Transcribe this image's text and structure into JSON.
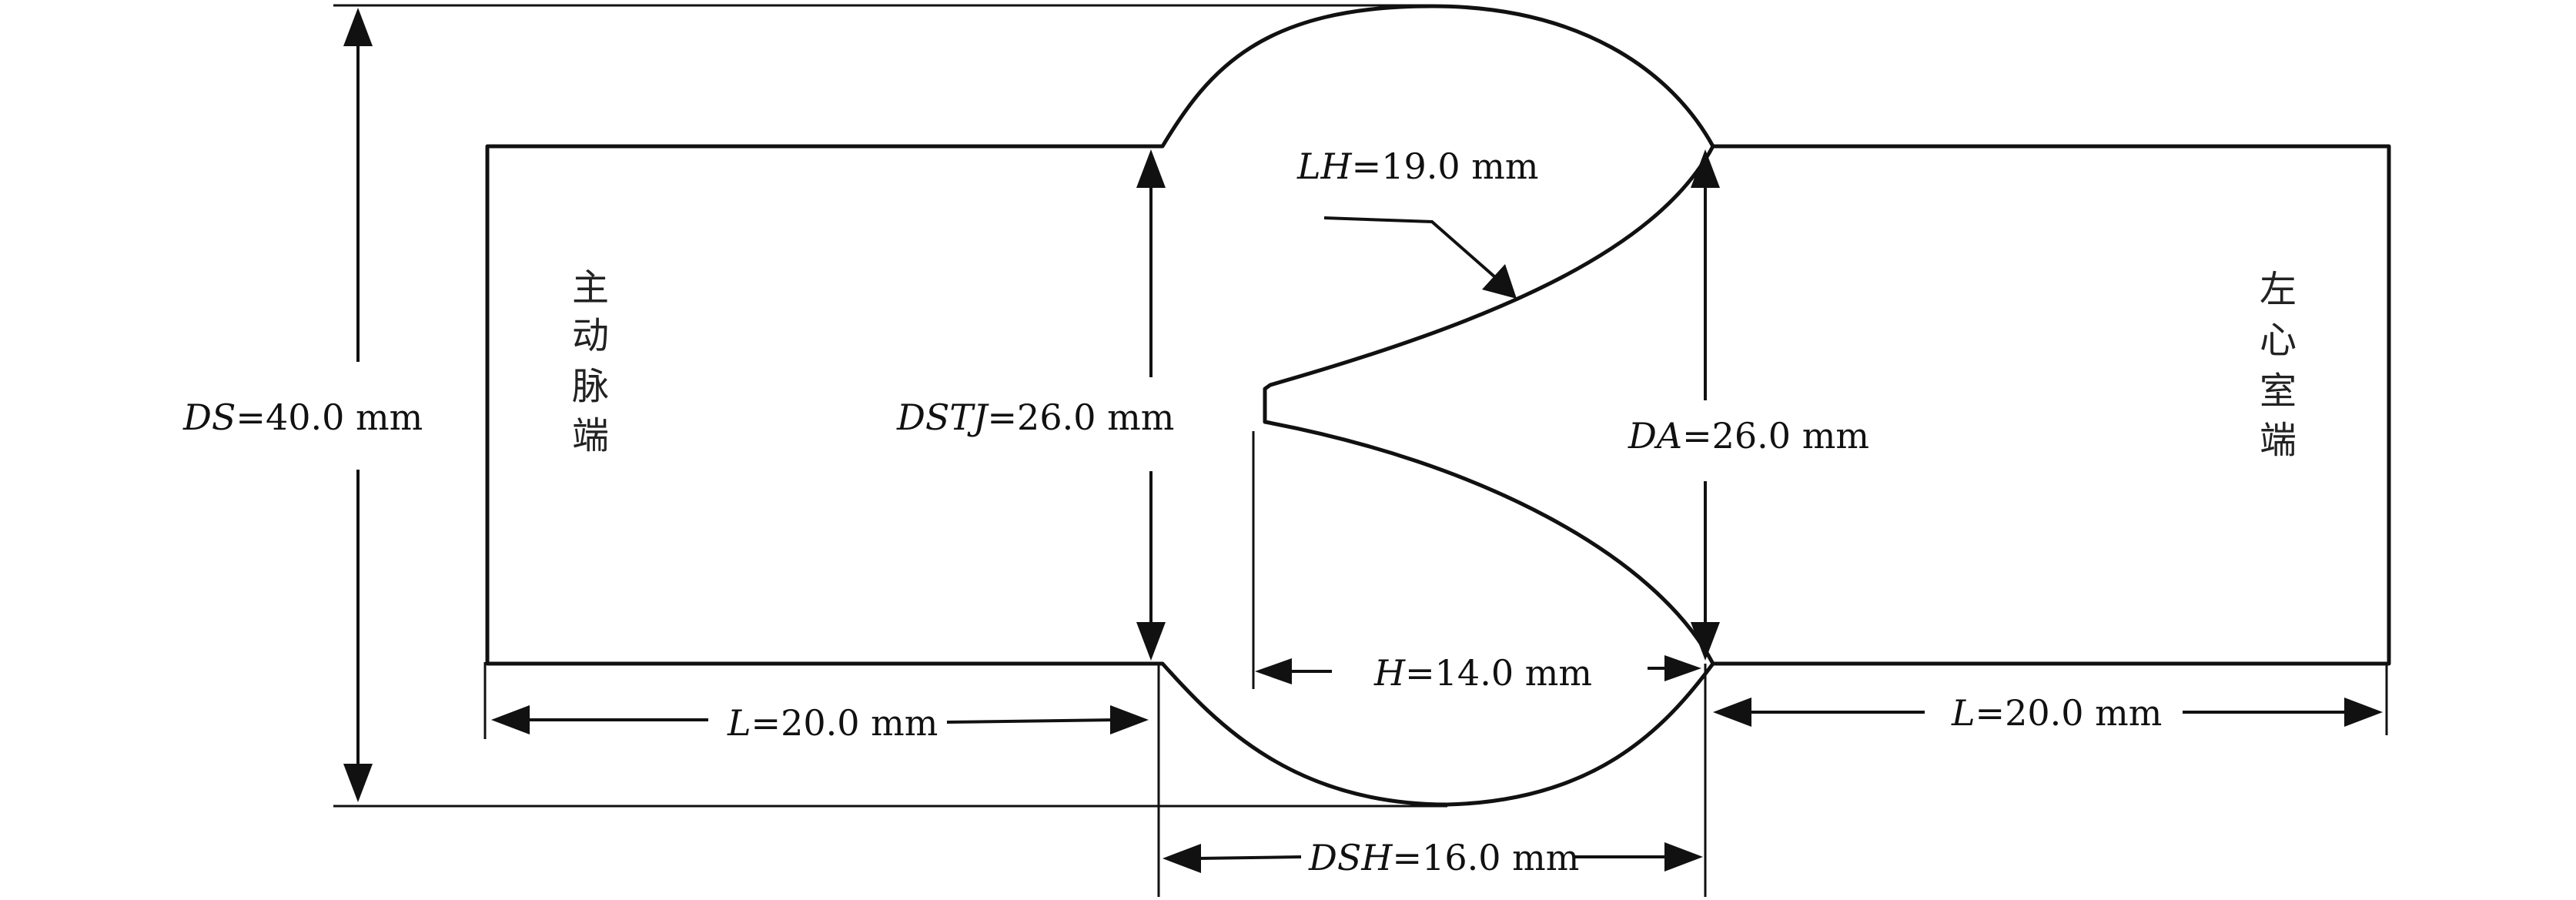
{
  "labels": {
    "ds": {
      "var": "DS",
      "rest": "=40.0 mm"
    },
    "dstj": {
      "var": "DSTJ",
      "rest": "=26.0 mm"
    },
    "lh": {
      "var": "LH",
      "rest": "=19.0 mm"
    },
    "da": {
      "var": "DA",
      "rest": "=26.0 mm"
    },
    "h": {
      "var": "H",
      "rest": "=14.0 mm"
    },
    "l_left": {
      "var": "L",
      "rest": "=20.0 mm"
    },
    "l_right": {
      "var": "L",
      "rest": "=20.0 mm"
    },
    "dsh": {
      "var": "DSH",
      "rest": "=16.0 mm"
    }
  },
  "end_labels": {
    "aortic": [
      "主",
      "动",
      "脉",
      "端"
    ],
    "ventricle": [
      "左",
      "心",
      "室",
      "端"
    ]
  }
}
